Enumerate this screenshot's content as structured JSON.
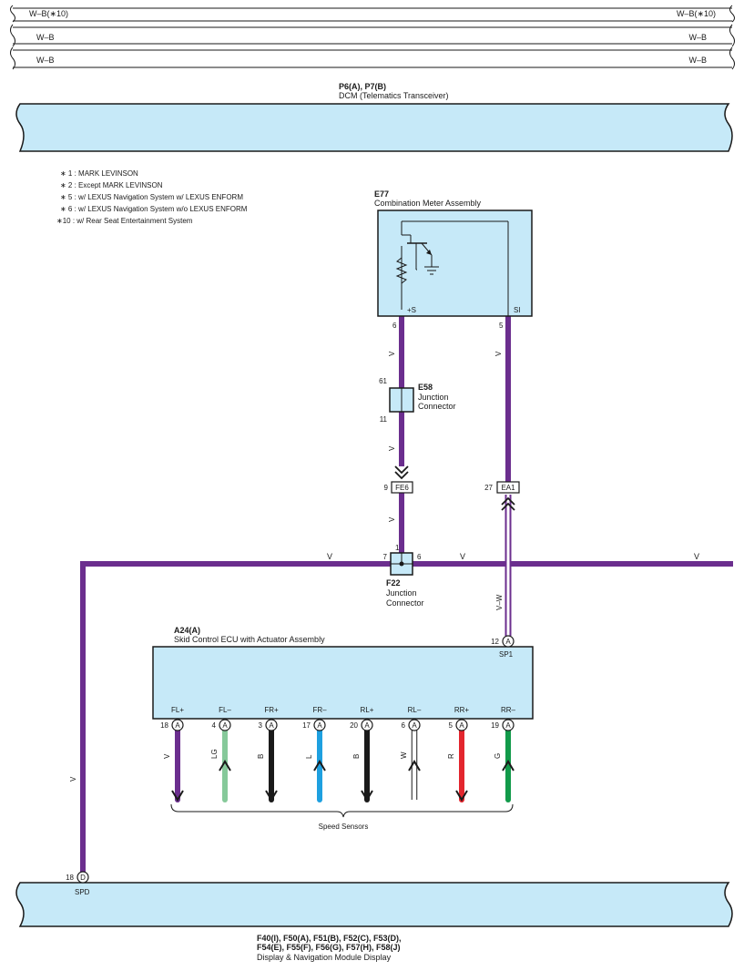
{
  "buses": [
    {
      "left": "W–B(∗10)",
      "right": "W–B(∗10)"
    },
    {
      "left": "W–B",
      "right": "W–B"
    },
    {
      "left": "W–B",
      "right": "W–B"
    }
  ],
  "dcm": {
    "code": "P6(A), P7(B)",
    "name": "DCM (Telematics Transceiver)"
  },
  "notes": [
    "∗ 1 : MARK LEVINSON",
    "∗ 2 : Except MARK LEVINSON",
    "∗ 5 : w/ LEXUS Navigation System w/ LEXUS ENFORM",
    "∗ 6 : w/ LEXUS Navigation System w/o LEXUS ENFORM",
    "∗10 : w/ Rear Seat Entertainment System"
  ],
  "meter": {
    "code": "E77",
    "name": "Combination Meter Assembly",
    "term_left": "+S",
    "term_right": "SI",
    "pin_left": "6",
    "pin_right": "5",
    "wire_left": "V",
    "wire_right": "V"
  },
  "e58": {
    "code": "E58",
    "name1": "Junction",
    "name2": "Connector",
    "pin_top": "61",
    "pin_bottom": "11",
    "wire_below": "V"
  },
  "fe6": {
    "pin": "9",
    "label": "FE6",
    "wire_below": "V"
  },
  "ea1": {
    "pin": "27",
    "label": "EA1",
    "wire_below": "V–W"
  },
  "f22": {
    "code": "F22",
    "name1": "Junction",
    "name2": "Connector",
    "pin_top": "1",
    "pin_left": "7",
    "pin_right": "6",
    "wire_left": "V",
    "wire_right": "V",
    "wire_far_right": "V"
  },
  "ecu": {
    "code": "A24(A)",
    "name": "Skid Control ECU with Actuator Assembly",
    "sp_pin": "12",
    "sp_conn": "A",
    "sp_term": "SP1",
    "terminals": [
      {
        "term": "FL+",
        "pin": "18",
        "conn": "A",
        "wire": "V",
        "color": "#6b2e8e",
        "dir": "down"
      },
      {
        "term": "FL–",
        "pin": "4",
        "conn": "A",
        "wire": "LG",
        "color": "#86c99a",
        "dir": "up"
      },
      {
        "term": "FR+",
        "pin": "3",
        "conn": "A",
        "wire": "B",
        "color": "#1a1a1a",
        "dir": "down"
      },
      {
        "term": "FR–",
        "pin": "17",
        "conn": "A",
        "wire": "L",
        "color": "#1ea0e0",
        "dir": "up"
      },
      {
        "term": "RL+",
        "pin": "20",
        "conn": "A",
        "wire": "B",
        "color": "#1a1a1a",
        "dir": "down"
      },
      {
        "term": "RL–",
        "pin": "6",
        "conn": "A",
        "wire": "W",
        "color": "#ffffff",
        "dir": "up"
      },
      {
        "term": "RR+",
        "pin": "5",
        "conn": "A",
        "wire": "R",
        "color": "#e3262e",
        "dir": "down"
      },
      {
        "term": "RR–",
        "pin": "19",
        "conn": "A",
        "wire": "G",
        "color": "#129a4a",
        "dir": "up"
      }
    ],
    "sensors_label": "Speed Sensors"
  },
  "display": {
    "pin": "18",
    "conn": "D",
    "term": "SPD",
    "wire": "V",
    "code1": "F40(I), F50(A), F51(B), F52(C), F53(D),",
    "code2": "F54(E), F55(F), F56(G), F57(H), F58(J)",
    "name": "Display & Navigation Module Display"
  },
  "colors": {
    "violet": "#6b2e8e",
    "component_fill": "#c6e9f8"
  },
  "icons": [
    "transistor-icon",
    "resistor-icon",
    "ground-icon",
    "arrow-down-icon",
    "arrow-up-icon",
    "splice-dot-icon"
  ]
}
